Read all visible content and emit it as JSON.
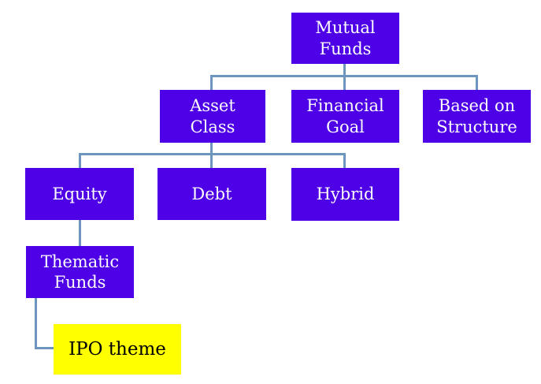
{
  "diagram": {
    "type": "hierarchy-tree",
    "colors": {
      "node_fill": "#4E00E6",
      "node_text": "#FFFFFF",
      "highlight_fill": "#FFFF00",
      "highlight_text": "#000000",
      "connector": "#6D96BE",
      "background": "#FFFFFF"
    },
    "nodes": [
      {
        "id": "mutual-funds",
        "label": "Mutual Funds",
        "level": 1,
        "highlighted": false
      },
      {
        "id": "asset-class",
        "label": "Asset Class",
        "level": 2,
        "highlighted": false
      },
      {
        "id": "financial-goal",
        "label": "Financial Goal",
        "level": 2,
        "highlighted": false
      },
      {
        "id": "based-on-structure",
        "label": "Based on Structure",
        "level": 2,
        "highlighted": false
      },
      {
        "id": "equity",
        "label": "Equity",
        "level": 3,
        "highlighted": false
      },
      {
        "id": "debt",
        "label": "Debt",
        "level": 3,
        "highlighted": false
      },
      {
        "id": "hybrid",
        "label": "Hybrid",
        "level": 3,
        "highlighted": false
      },
      {
        "id": "thematic-funds",
        "label": "Thematic Funds",
        "level": 4,
        "highlighted": false
      },
      {
        "id": "ipo-theme",
        "label": "IPO theme",
        "level": 5,
        "highlighted": true
      }
    ],
    "edges": [
      {
        "from": "mutual-funds",
        "to": "asset-class"
      },
      {
        "from": "mutual-funds",
        "to": "financial-goal"
      },
      {
        "from": "mutual-funds",
        "to": "based-on-structure"
      },
      {
        "from": "asset-class",
        "to": "equity"
      },
      {
        "from": "asset-class",
        "to": "debt"
      },
      {
        "from": "asset-class",
        "to": "hybrid"
      },
      {
        "from": "equity",
        "to": "thematic-funds"
      },
      {
        "from": "thematic-funds",
        "to": "ipo-theme"
      }
    ]
  }
}
